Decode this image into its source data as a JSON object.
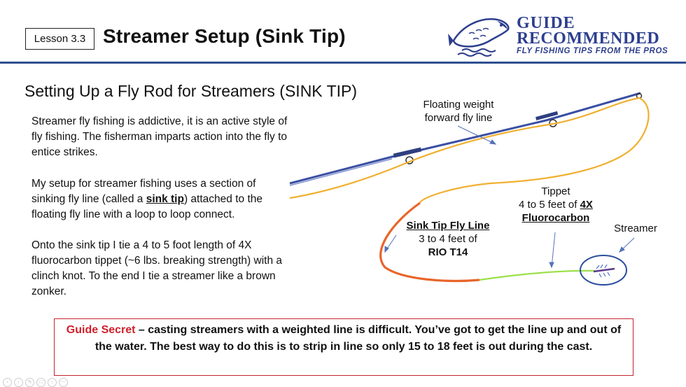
{
  "header": {
    "lesson": "Lesson 3.3",
    "title": "Streamer Setup (Sink Tip)"
  },
  "logo": {
    "line1": "GUIDE",
    "line2": "RECOMMENDED",
    "line3": "FLY FISHING TIPS FROM THE PROS"
  },
  "subtitle": "Setting Up a Fly Rod for Streamers (SINK TIP)",
  "body": {
    "p1": "Streamer fly fishing is addictive, it is an active style of fly fishing.  The fisherman imparts action into the fly to entice strikes.",
    "p2_pre": "My setup for streamer fishing uses a section of sinking fly line (called a ",
    "p2_bold": "sink tip",
    "p2_post": ") attached to the floating fly line with a loop to loop connect.",
    "p3": "Onto the sink tip I tie a 4 to 5 foot length of 4X fluorocarbon tippet (~6 lbs. breaking strength) with a clinch knot.  To the end I tie a streamer like a brown zonker."
  },
  "diagram": {
    "floating_line1": "Floating weight",
    "floating_line2": "forward fly line",
    "sink_title": "Sink Tip Fly Line",
    "sink_line2": "3 to 4 feet of",
    "sink_line3": "RIO T14",
    "tippet_title": "Tippet",
    "tippet_line2_pre": "4 to 5 feet of ",
    "tippet_line2_bold": "4X",
    "tippet_line3": "Fluorocarbon",
    "streamer": "Streamer"
  },
  "secret": {
    "label": "Guide Secret",
    "text": " – casting streamers with a weighted line is difficult.  You’ve got to get the line up and out of the water.  The best way to do this is to strip in line so only 15 to 18 feet is out during the cast."
  },
  "colors": {
    "accent_blue": "#2f4f8f",
    "floating_line": "#f0b030",
    "sink_tip": "#e8652a",
    "tippet": "#9be04a",
    "secret_red": "#d0202b"
  },
  "nav_icons": [
    "back-icon",
    "forward-icon",
    "pen-icon",
    "slides-icon",
    "zoom-icon",
    "more-icon"
  ]
}
